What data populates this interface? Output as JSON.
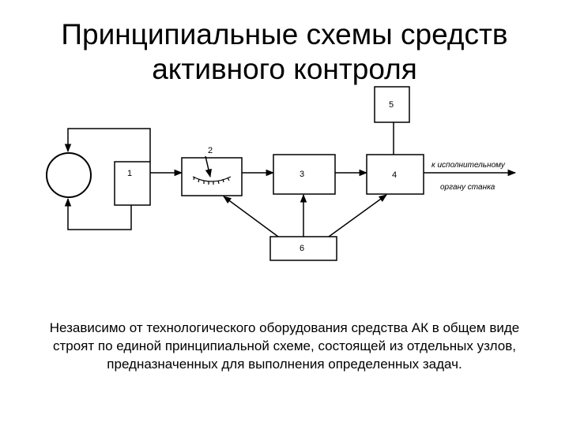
{
  "title": {
    "line1": "Принципиальные схемы средств",
    "line2": "активного контроля"
  },
  "diagram": {
    "block1_label": "1",
    "indicator_label": "2",
    "block3_label": "3",
    "block4_label": "4",
    "block5_label": "5",
    "block6_label": "6",
    "output_note_line1": "к исполнительному",
    "output_note_line2": "органу станка"
  },
  "paragraph": {
    "line1": "Независимо от технологического оборудования средства АК в общем виде",
    "line2": "строят по единой принципиальной схеме, состоящей из отдельных узлов,",
    "line3": "предназначенных для выполнения определенных задач."
  }
}
